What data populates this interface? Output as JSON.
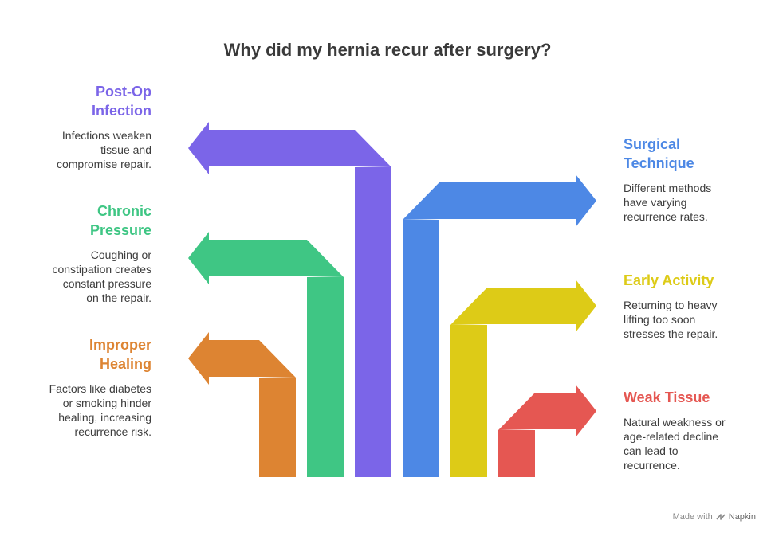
{
  "title": "Why did my hernia recur after surgery?",
  "footer": {
    "made_with": "Made with",
    "brand": "Napkin"
  },
  "colors": {
    "post_op": "#7B65E8",
    "chronic": "#3FC684",
    "improper": "#DD8432",
    "surgical": "#4D88E5",
    "early": "#DDCB17",
    "weak": "#E55752"
  },
  "left_items": [
    {
      "heading_line1": "Post-Op",
      "heading_line2": "Infection",
      "desc1": "Infections weaken",
      "desc2": "tissue and",
      "desc3": "compromise repair.",
      "desc4": ""
    },
    {
      "heading_line1": "Chronic",
      "heading_line2": "Pressure",
      "desc1": "Coughing or",
      "desc2": "constipation creates",
      "desc3": "constant pressure",
      "desc4": "on the repair."
    },
    {
      "heading_line1": "Improper",
      "heading_line2": "Healing",
      "desc1": "Factors like diabetes",
      "desc2": "or smoking hinder",
      "desc3": "healing, increasing",
      "desc4": "recurrence risk."
    }
  ],
  "right_items": [
    {
      "heading_line1": "Surgical",
      "heading_line2": "Technique",
      "desc1": "Different methods",
      "desc2": "have varying",
      "desc3": "recurrence rates.",
      "desc4": ""
    },
    {
      "heading_line1": "Early Activity",
      "heading_line2": "",
      "desc1": "Returning to heavy",
      "desc2": "lifting too soon",
      "desc3": "stresses the repair.",
      "desc4": ""
    },
    {
      "heading_line1": "Weak Tissue",
      "heading_line2": "",
      "desc1": "Natural weakness or",
      "desc2": "age-related decline",
      "desc3": "can lead to",
      "desc4": "recurrence."
    }
  ]
}
